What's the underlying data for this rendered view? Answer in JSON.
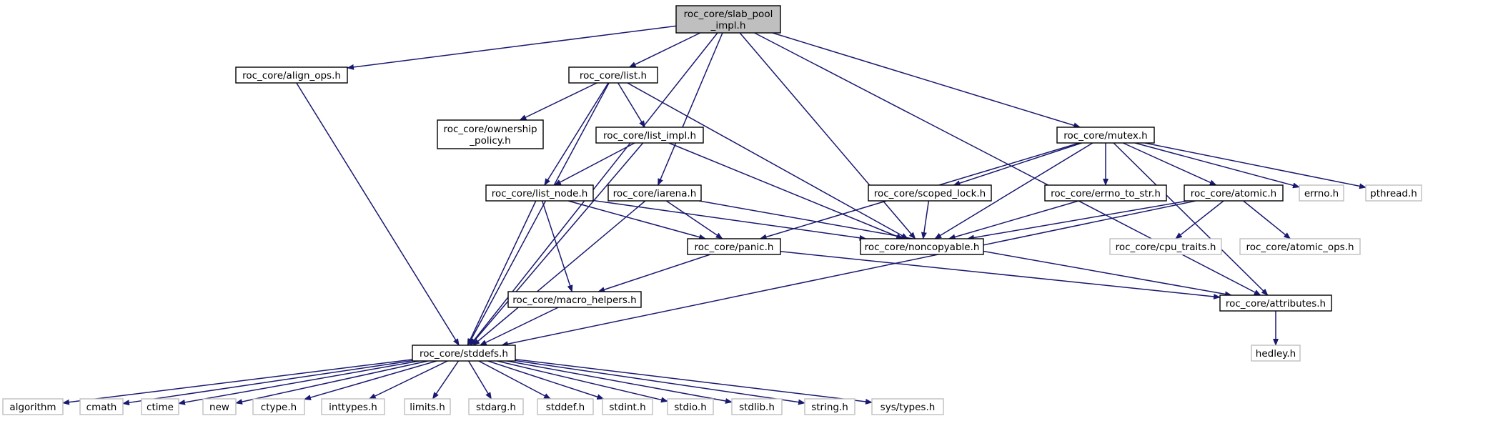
{
  "diagram": {
    "nodes": [
      {
        "id": "slab_pool_impl",
        "label": [
          "roc_core/slab_pool",
          "_impl.h"
        ],
        "kind": "root"
      },
      {
        "id": "align_ops",
        "label": [
          "roc_core/align_ops.h"
        ],
        "kind": "file"
      },
      {
        "id": "list",
        "label": [
          "roc_core/list.h"
        ],
        "kind": "file"
      },
      {
        "id": "ownership_policy",
        "label": [
          "roc_core/ownership",
          "_policy.h"
        ],
        "kind": "file"
      },
      {
        "id": "list_impl",
        "label": [
          "roc_core/list_impl.h"
        ],
        "kind": "file"
      },
      {
        "id": "list_node",
        "label": [
          "roc_core/list_node.h"
        ],
        "kind": "file"
      },
      {
        "id": "iarena",
        "label": [
          "roc_core/iarena.h"
        ],
        "kind": "file"
      },
      {
        "id": "mutex",
        "label": [
          "roc_core/mutex.h"
        ],
        "kind": "file"
      },
      {
        "id": "scoped_lock",
        "label": [
          "roc_core/scoped_lock.h"
        ],
        "kind": "file"
      },
      {
        "id": "errno_to_str",
        "label": [
          "roc_core/errno_to_str.h"
        ],
        "kind": "file"
      },
      {
        "id": "atomic",
        "label": [
          "roc_core/atomic.h"
        ],
        "kind": "file"
      },
      {
        "id": "errno",
        "label": [
          "errno.h"
        ],
        "kind": "external"
      },
      {
        "id": "pthread",
        "label": [
          "pthread.h"
        ],
        "kind": "external"
      },
      {
        "id": "panic",
        "label": [
          "roc_core/panic.h"
        ],
        "kind": "file"
      },
      {
        "id": "noncopyable",
        "label": [
          "roc_core/noncopyable.h"
        ],
        "kind": "file"
      },
      {
        "id": "cpu_traits",
        "label": [
          "roc_core/cpu_traits.h"
        ],
        "kind": "external"
      },
      {
        "id": "atomic_ops",
        "label": [
          "roc_core/atomic_ops.h"
        ],
        "kind": "external"
      },
      {
        "id": "macro_helpers",
        "label": [
          "roc_core/macro_helpers.h"
        ],
        "kind": "file"
      },
      {
        "id": "attributes",
        "label": [
          "roc_core/attributes.h"
        ],
        "kind": "file"
      },
      {
        "id": "hedley",
        "label": [
          "hedley.h"
        ],
        "kind": "external"
      },
      {
        "id": "stddefs",
        "label": [
          "roc_core/stddefs.h"
        ],
        "kind": "file"
      },
      {
        "id": "algorithm",
        "label": [
          "algorithm"
        ],
        "kind": "external"
      },
      {
        "id": "cmath",
        "label": [
          "cmath"
        ],
        "kind": "external"
      },
      {
        "id": "ctime",
        "label": [
          "ctime"
        ],
        "kind": "external"
      },
      {
        "id": "new",
        "label": [
          "new"
        ],
        "kind": "external"
      },
      {
        "id": "ctype",
        "label": [
          "ctype.h"
        ],
        "kind": "external"
      },
      {
        "id": "inttypes",
        "label": [
          "inttypes.h"
        ],
        "kind": "external"
      },
      {
        "id": "limits",
        "label": [
          "limits.h"
        ],
        "kind": "external"
      },
      {
        "id": "stdarg",
        "label": [
          "stdarg.h"
        ],
        "kind": "external"
      },
      {
        "id": "stddef",
        "label": [
          "stddef.h"
        ],
        "kind": "external"
      },
      {
        "id": "stdint",
        "label": [
          "stdint.h"
        ],
        "kind": "external"
      },
      {
        "id": "stdio",
        "label": [
          "stdio.h"
        ],
        "kind": "external"
      },
      {
        "id": "stdlib",
        "label": [
          "stdlib.h"
        ],
        "kind": "external"
      },
      {
        "id": "string",
        "label": [
          "string.h"
        ],
        "kind": "external"
      },
      {
        "id": "systypes",
        "label": [
          "sys/types.h"
        ],
        "kind": "external"
      }
    ],
    "edges": [
      [
        "slab_pool_impl",
        "align_ops"
      ],
      [
        "slab_pool_impl",
        "list"
      ],
      [
        "slab_pool_impl",
        "iarena"
      ],
      [
        "slab_pool_impl",
        "noncopyable"
      ],
      [
        "slab_pool_impl",
        "mutex"
      ],
      [
        "slab_pool_impl",
        "attributes"
      ],
      [
        "slab_pool_impl",
        "stddefs"
      ],
      [
        "align_ops",
        "stddefs"
      ],
      [
        "list",
        "ownership_policy"
      ],
      [
        "list",
        "list_impl"
      ],
      [
        "list",
        "list_node"
      ],
      [
        "list",
        "noncopyable"
      ],
      [
        "list",
        "stddefs"
      ],
      [
        "list_impl",
        "list_node"
      ],
      [
        "list_impl",
        "noncopyable"
      ],
      [
        "list_impl",
        "stddefs"
      ],
      [
        "list_node",
        "panic"
      ],
      [
        "list_node",
        "macro_helpers"
      ],
      [
        "list_node",
        "noncopyable"
      ],
      [
        "list_node",
        "stddefs"
      ],
      [
        "iarena",
        "panic"
      ],
      [
        "iarena",
        "attributes"
      ],
      [
        "iarena",
        "stddefs"
      ],
      [
        "mutex",
        "panic"
      ],
      [
        "mutex",
        "scoped_lock"
      ],
      [
        "mutex",
        "noncopyable"
      ],
      [
        "mutex",
        "errno_to_str"
      ],
      [
        "mutex",
        "atomic"
      ],
      [
        "mutex",
        "errno"
      ],
      [
        "mutex",
        "pthread"
      ],
      [
        "mutex",
        "attributes"
      ],
      [
        "scoped_lock",
        "noncopyable"
      ],
      [
        "errno_to_str",
        "noncopyable"
      ],
      [
        "atomic",
        "noncopyable"
      ],
      [
        "atomic",
        "cpu_traits"
      ],
      [
        "atomic",
        "atomic_ops"
      ],
      [
        "atomic",
        "stddefs"
      ],
      [
        "panic",
        "macro_helpers"
      ],
      [
        "panic",
        "attributes"
      ],
      [
        "macro_helpers",
        "stddefs"
      ],
      [
        "attributes",
        "hedley"
      ],
      [
        "stddefs",
        "algorithm"
      ],
      [
        "stddefs",
        "cmath"
      ],
      [
        "stddefs",
        "ctime"
      ],
      [
        "stddefs",
        "new"
      ],
      [
        "stddefs",
        "ctype"
      ],
      [
        "stddefs",
        "inttypes"
      ],
      [
        "stddefs",
        "limits"
      ],
      [
        "stddefs",
        "stdarg"
      ],
      [
        "stddefs",
        "stddef"
      ],
      [
        "stddefs",
        "stdint"
      ],
      [
        "stddefs",
        "stdio"
      ],
      [
        "stddefs",
        "stdlib"
      ],
      [
        "stddefs",
        "string"
      ],
      [
        "stddefs",
        "systypes"
      ]
    ],
    "colors": {
      "edge": "#191970",
      "node_border": "#000000",
      "external_border": "#bfbfbf",
      "root_fill": "#bfbfbf"
    }
  }
}
